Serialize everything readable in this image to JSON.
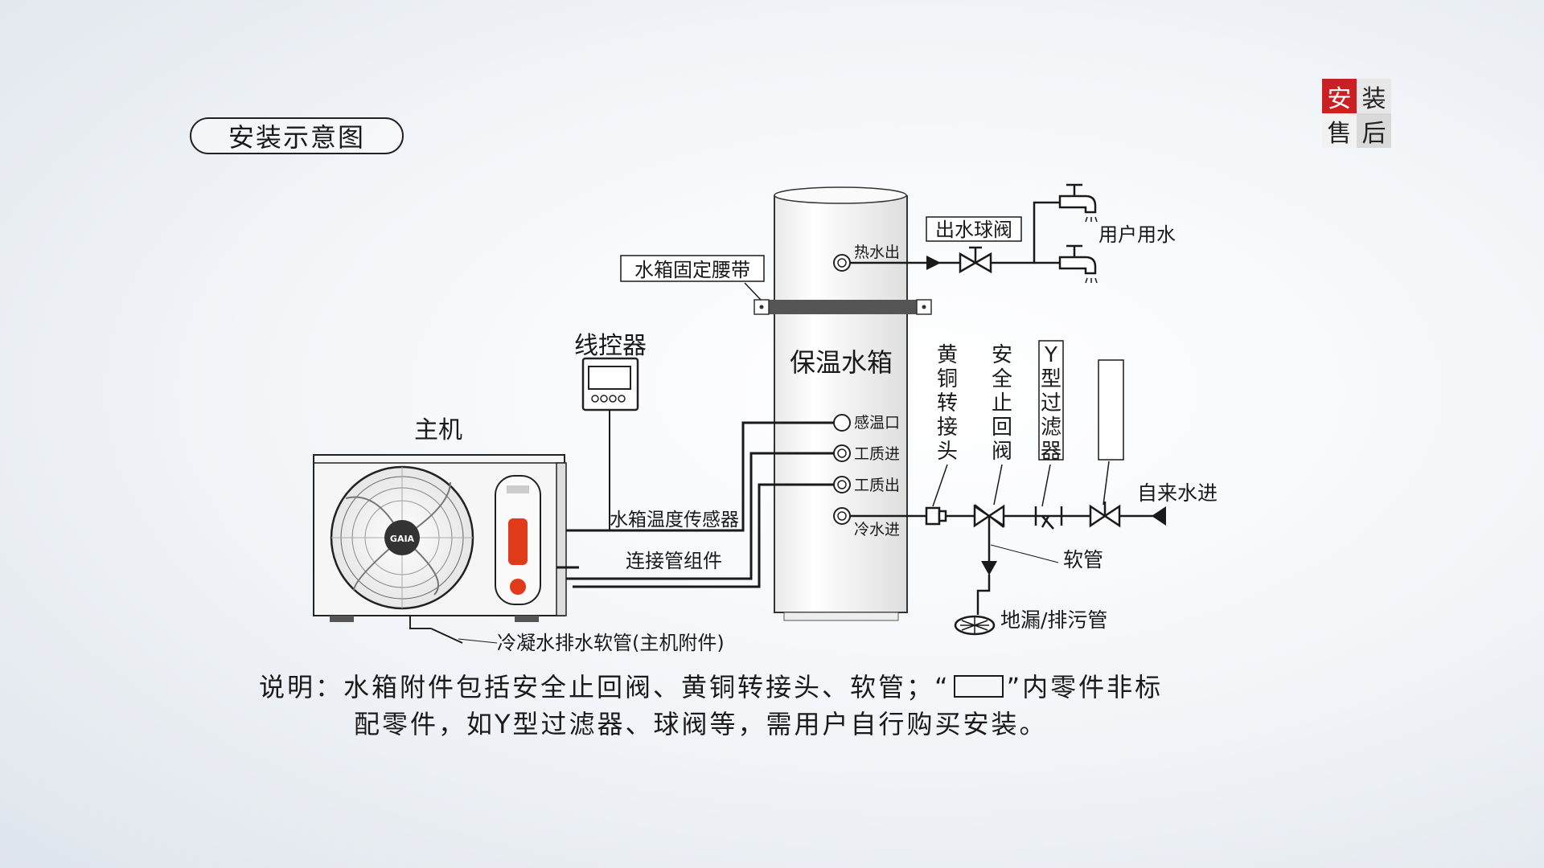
{
  "title": "安装示意图",
  "badge": [
    "安",
    "装",
    "售",
    "后"
  ],
  "labels": {
    "host": "主机",
    "controller": "线控器",
    "tank": "保温水箱",
    "tank_belt": "水箱固定腰带",
    "hot_out": "热水出",
    "outlet_valve": "出水球阀",
    "user_water": "用户用水",
    "sensor_port": "感温口",
    "medium_in": "工质进",
    "medium_out": "工质出",
    "cold_in": "冷水进",
    "tank_sensor": "水箱温度传感器",
    "pipe_kit": "连接管组件",
    "condensate": "冷凝水排水软管(主机附件)",
    "brass_adapter": "黄铜转接头",
    "check_valve": "安全止回阀",
    "y_filter": "Y型过滤器",
    "tap_in": "自来水进",
    "hose": "软管",
    "floor_drain": "地漏/排污管",
    "brand": "GAIA"
  },
  "note": {
    "line1_a": "说明：水箱附件包括安全止回阀、黄铜转接头、软管；“",
    "line1_b": "”内零件非标",
    "line2": "配零件，如Y型过滤器、球阀等，需用户自行购买安装。"
  },
  "colors": {
    "accent_red": "#cc1f24",
    "panel_red": "#e03a1a",
    "line": "#1a1a1a",
    "belt": "#555555"
  }
}
